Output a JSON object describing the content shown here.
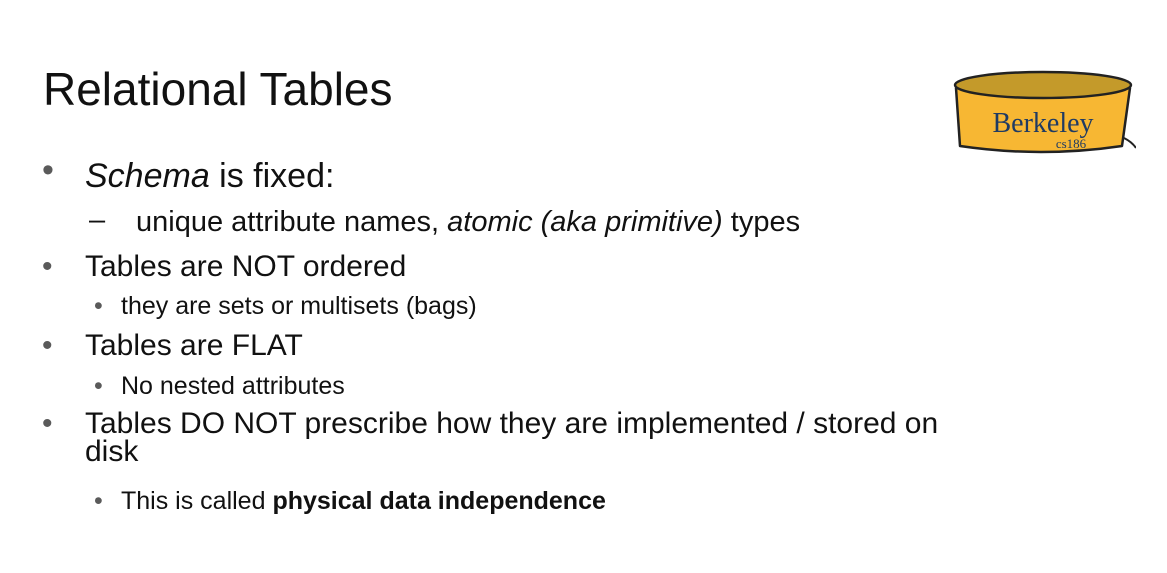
{
  "slide": {
    "title": "Relational Tables",
    "logo": {
      "text": "Berkeley",
      "subtext": "cs186",
      "fill": "#F7B733",
      "rim": "#C49A2A"
    },
    "bullets": [
      {
        "parts": [
          {
            "t": "Schema",
            "i": true
          },
          {
            "t": " is fixed:"
          }
        ]
      },
      {
        "parts": [
          {
            "t": "unique attribute names, "
          },
          {
            "t": "atomic (aka primitive)",
            "i": true
          },
          {
            "t": " types"
          }
        ]
      },
      {
        "text": "Tables are NOT ordered"
      },
      {
        "text": "they are sets or multisets (bags)"
      },
      {
        "text": "Tables are FLAT"
      },
      {
        "text": "No nested attributes"
      },
      {
        "line1": "Tables DO NOT prescribe how they are implemented / stored on",
        "line2": "disk"
      },
      {
        "parts": [
          {
            "t": "This is called "
          },
          {
            "t": "physical data independence",
            "b": true
          }
        ]
      }
    ]
  }
}
